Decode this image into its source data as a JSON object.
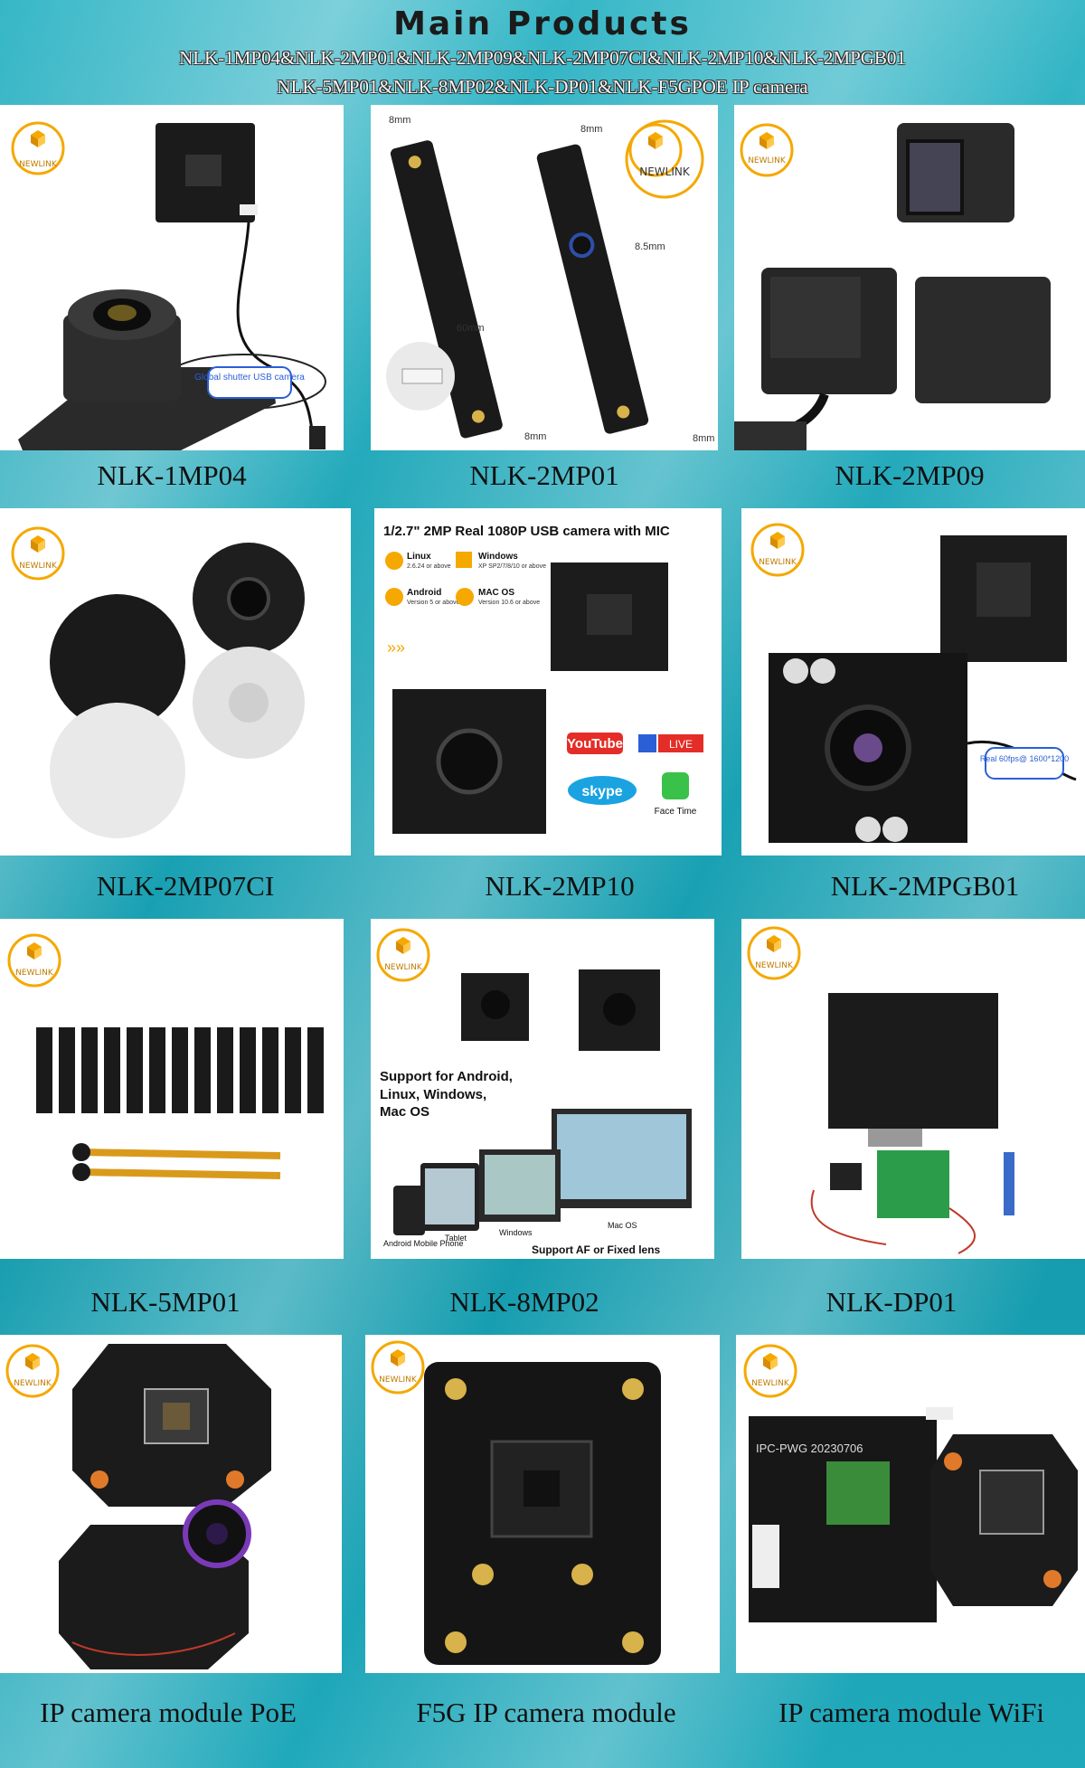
{
  "header": {
    "title": "Main Products",
    "line1": "NLK-1MP04&NLK-2MP01&NLK-2MP09&NLK-2MP07CI&NLK-2MP10&NLK-2MPGB01",
    "line2": "NLK-5MP01&NLK-8MP02&NLK-DP01&NLK-F5GPOE IP camera"
  },
  "logo_text": "NEWLINK",
  "products": [
    {
      "label": "NLK-1MP04",
      "callout": "Global shutter USB camera"
    },
    {
      "label": "NLK-2MP01",
      "dims": [
        "8mm",
        "60mm",
        "8mm",
        "8.5mm",
        "8mm",
        "8mm"
      ]
    },
    {
      "label": "NLK-2MP09"
    },
    {
      "label": "NLK-2MP07CI"
    },
    {
      "label": "NLK-2MP10",
      "heading": "1/2.7\" 2MP Real 1080P USB camera with MIC",
      "os": [
        {
          "name": "Linux",
          "note": "2.6.24 or above"
        },
        {
          "name": "Windows",
          "note": "XP SP2/7/8/10 or above"
        },
        {
          "name": "Android",
          "note": "Version 5 or above"
        },
        {
          "name": "MAC OS",
          "note": "Version 10.6 or above"
        }
      ],
      "apps": [
        "YouTube",
        "LIVE",
        "skype",
        "Face Time"
      ]
    },
    {
      "label": "NLK-2MPGB01",
      "callout": "Real 60fps@ 1600*1200"
    },
    {
      "label": "NLK-5MP01"
    },
    {
      "label": "NLK-8MP02",
      "support": "Support for Android, Linux, Windows, Mac OS",
      "devices": [
        "Android Mobile Phone",
        "Tablet",
        "Windows",
        "Mac OS"
      ],
      "lens": "Support AF or Fixed lens"
    },
    {
      "label": "NLK-DP01"
    },
    {
      "label": "IP camera module PoE"
    },
    {
      "label": "F5G IP camera module"
    },
    {
      "label": "IP camera module WiFi",
      "board_text": "IPC-PWG 20230706"
    }
  ],
  "colors": {
    "accent": "#f5a800",
    "board": "#1a1a1a",
    "teal": "#1aa3b5"
  }
}
